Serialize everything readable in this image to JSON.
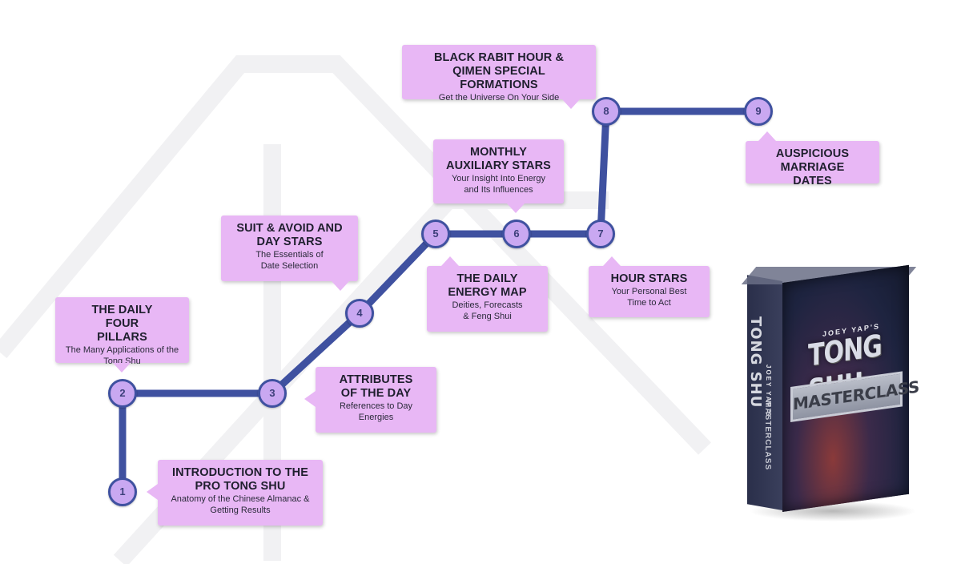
{
  "steps": [
    {
      "number": "1",
      "title": "INTRODUCTION TO THE PRO TONG SHU",
      "subtitle": "Anatomy of the Chinese Almanac & Getting Results"
    },
    {
      "number": "2",
      "title": "THE DAILY FOUR PILLARS",
      "subtitle": "The Many Applications of the Tong Shu"
    },
    {
      "number": "3",
      "title": "ATTRIBUTES OF THE DAY",
      "subtitle": "References to Day Energies"
    },
    {
      "number": "4",
      "title": "SUIT & AVOID AND DAY STARS",
      "subtitle": "The Essentials of Date Selection"
    },
    {
      "number": "5",
      "title": "THE DAILY ENERGY MAP",
      "subtitle": "Deities, Forecasts & Feng Shui"
    },
    {
      "number": "6",
      "title": "MONTHLY AUXILIARY STARS",
      "subtitle": "Your Insight Into Energy and Its Influences"
    },
    {
      "number": "7",
      "title": "HOUR STARS",
      "subtitle": "Your Personal Best Time to Act"
    },
    {
      "number": "8",
      "title": "BLACK RABIT HOUR & QIMEN SPECIAL FORMATIONS",
      "subtitle": "Get the Universe On Your Side"
    },
    {
      "number": "9",
      "title": "AUSPICIOUS MARRIAGE DATES",
      "subtitle": ""
    }
  ],
  "product": {
    "brand": "JOEY YAP'S",
    "name": "TONG SHU",
    "edition": "MASTERCLASS"
  },
  "colors": {
    "route": "#3f51a0",
    "node_fill": "#c9a8f1",
    "callout": "#e8b7f5"
  }
}
